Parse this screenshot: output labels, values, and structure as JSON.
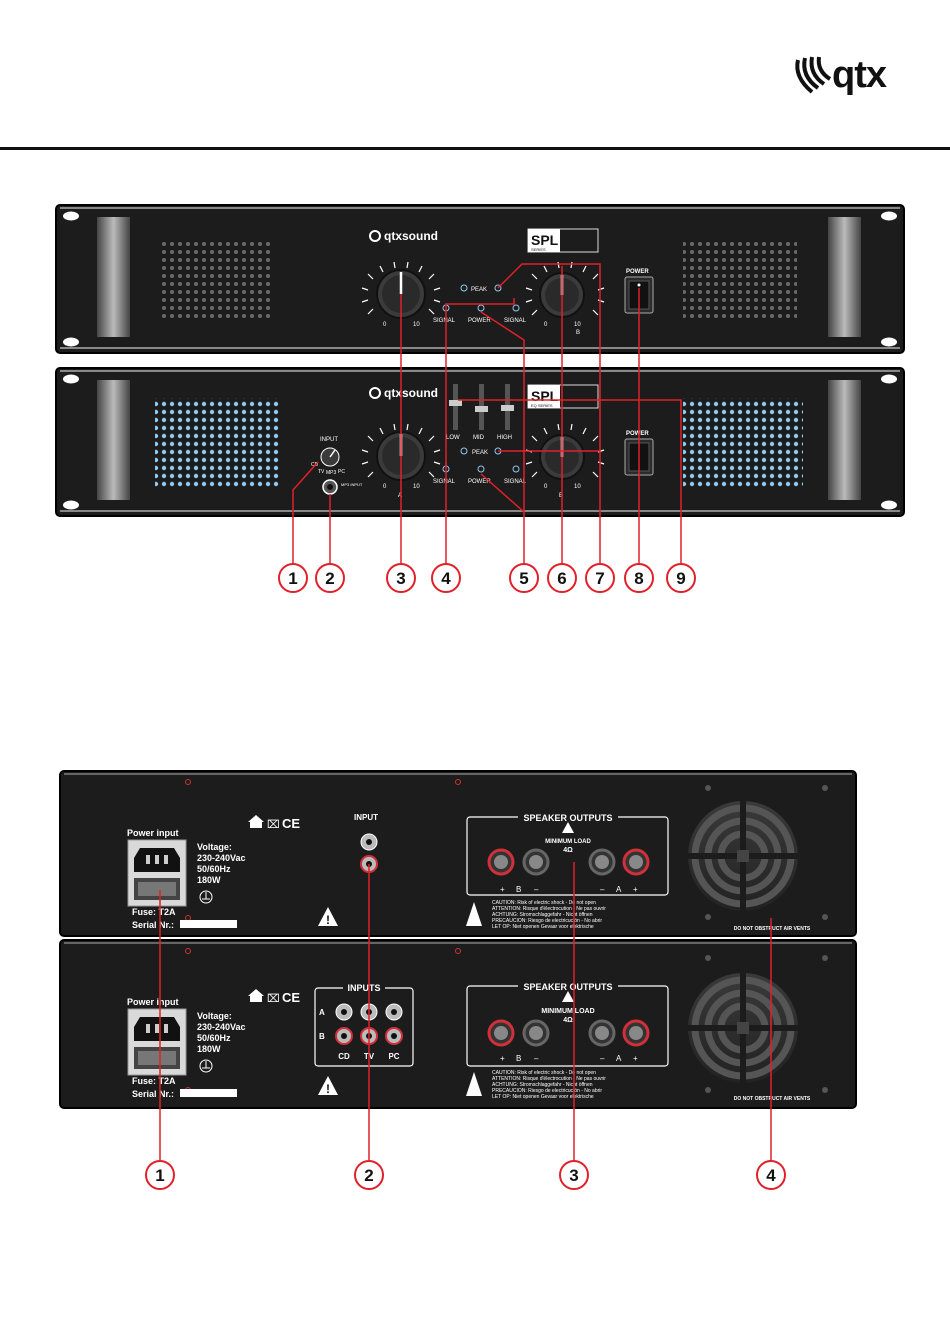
{
  "brand": {
    "name": "qtx",
    "icon": "qtx-wave-logo"
  },
  "front": {
    "unit_top": {
      "logo": "qtxsound",
      "series_big": "SPL",
      "series_small": "SERIES",
      "peak": "PEAK",
      "signal_left": "SIGNAL",
      "power_led": "POWER",
      "signal_right": "SIGNAL",
      "power_switch": "POWER",
      "scale_min": "0",
      "scale_max": "10",
      "knob_a": "A",
      "knob_b": "B"
    },
    "unit_bottom": {
      "logo": "qtxsound",
      "series_big": "SPL",
      "series_small": "EQ SERIES",
      "input_label": "INPUT",
      "input_cd": "CD",
      "input_tv": "TV",
      "input_mp3": "MP3",
      "input_pc": "PC",
      "mp3_input": "MP3 INPUT",
      "eq_low": "LOW",
      "eq_mid": "MID",
      "eq_high": "HIGH",
      "peak": "PEAK",
      "signal_left": "SIGNAL",
      "power_led": "POWER",
      "signal_right": "SIGNAL",
      "power_switch": "POWER",
      "scale_min": "0",
      "scale_max": "10",
      "knob_a": "A",
      "knob_b": "B"
    },
    "callouts": [
      "1",
      "2",
      "3",
      "4",
      "5",
      "6",
      "7",
      "8",
      "9"
    ]
  },
  "rear": {
    "unit_top": {
      "power_input": "Power input",
      "voltage": "Voltage:",
      "voltage_range": "230-240Vac",
      "frequency": "50/60Hz",
      "wattage": "180W",
      "fuse": "Fuse: T2A",
      "serial": "Serial Nr.:",
      "input": "INPUT",
      "speaker_outputs": "SPEAKER OUTPUTS",
      "min_load": "MINIMUM LOAD",
      "ohms": "4Ω",
      "b_plus": "+",
      "b_label": "B",
      "b_minus": "–",
      "a_minus": "–",
      "a_label": "A",
      "a_plus": "+",
      "caution1": "CAUTION: Risk of electric shock - Do not open",
      "caution2": "ATTENTION: Risque d'électrocution - Ne pas ouvrir",
      "caution3": "ACHTUNG: Stromschlaggefahr - Nicht öffnen",
      "caution4": "PRECAUCION: Riesgo de electricución - No abrir",
      "caution5": "LET OP: Niet openen Gevaar voor elektrische",
      "vents": "DO NOT OBSTRUCT AIR VENTS"
    },
    "unit_bottom": {
      "power_input": "Power input",
      "voltage": "Voltage:",
      "voltage_range": "230-240Vac",
      "frequency": "50/60Hz",
      "wattage": "180W",
      "fuse": "Fuse: T2A",
      "serial": "Serial Nr.:",
      "inputs": "INPUTS",
      "row_a": "A",
      "row_b": "B",
      "col_cd": "CD",
      "col_tv": "TV",
      "col_pc": "PC",
      "speaker_outputs": "SPEAKER OUTPUTS",
      "min_load": "MINIMUM LOAD",
      "ohms": "4Ω",
      "b_plus": "+",
      "b_label": "B",
      "b_minus": "–",
      "a_minus": "–",
      "a_label": "A",
      "a_plus": "+",
      "caution1": "CAUTION: Risk of electric shock - Do not open",
      "caution2": "ATTENTION: Risque d'électrocution - Ne pas ouvrir",
      "caution3": "ACHTUNG: Stromschlaggefahr - Nicht öffnen",
      "caution4": "PRECAUCION: Riesgo de electricución - No abrir",
      "caution5": "LET OP: Niet openen Gevaar voor elektrische",
      "vents": "DO NOT OBSTRUCT AIR VENTS"
    },
    "callouts": [
      "1",
      "2",
      "3",
      "4"
    ]
  },
  "colors": {
    "panel": "#1c1c1c",
    "callout": "#e0202a",
    "led_blue": "#8ec8f0",
    "speaker_red": "#d0303a"
  }
}
